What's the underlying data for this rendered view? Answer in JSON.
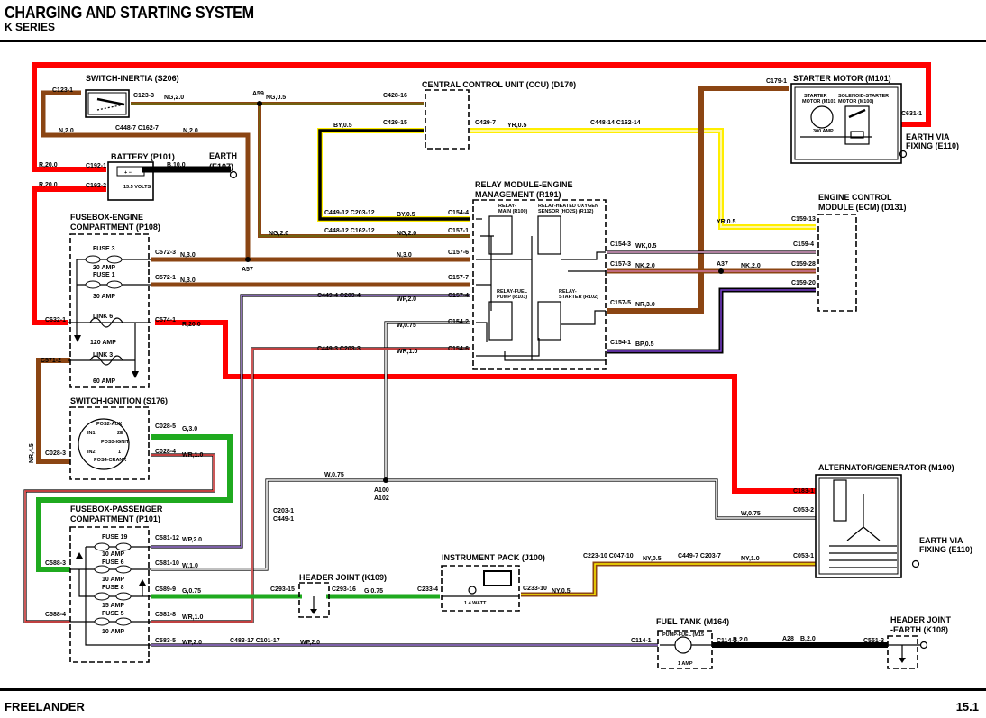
{
  "header": {
    "title": "CHARGING AND STARTING SYSTEM",
    "subtitle": "K SERIES"
  },
  "footer": {
    "model": "FREELANDER",
    "page": "15.1"
  },
  "components": {
    "inertia": "SWITCH-INERTIA (S206)",
    "ccu": "CENTRAL CONTROL UNIT (CCU) (D170)",
    "starter": "STARTER MOTOR (M101)",
    "starter_sub_1": "STARTER",
    "starter_sub_2": "MOTOR (M101",
    "starter_amp": "300 AMP",
    "solenoid_1": "SOLENOID-STARTER",
    "solenoid_2": "MOTOR (M100)",
    "earth_e110_top_1": "EARTH VIA",
    "earth_e110_top_2": "FIXING (E110)",
    "battery": "BATTERY (P101)",
    "battery_volts": "13.5 VOLTS",
    "earth_e107_1": "EARTH",
    "earth_e107_2": "(E107)",
    "relay_module_1": "RELAY MODULE-ENGINE",
    "relay_module_2": "MANAGEMENT (R191)",
    "relay_main_1": "RELAY-",
    "relay_main_2": "MAIN (R100)",
    "relay_ho2s_1": "RELAY-HEATED OXYGEN",
    "relay_ho2s_2": "SENSOR (HO2S) (R112)",
    "relay_fuel_1": "RELAY-FUEL",
    "relay_fuel_2": "PUMP (R103)",
    "relay_starter_1": "RELAY-",
    "relay_starter_2": "STARTER (R102)",
    "ecm_1": "ENGINE CONTROL",
    "ecm_2": "MODULE (ECM) (D131)",
    "fusebox_engine_1": "FUSEBOX-ENGINE",
    "fusebox_engine_2": "COMPARTMENT (P108)",
    "fuse3": "FUSE 3",
    "fuse3_amp": "20 AMP",
    "fuse1": "FUSE 1",
    "fuse1_amp": "30 AMP",
    "link6": "LINK 6",
    "link6_amp": "120 AMP",
    "link3": "LINK 3",
    "link3_amp": "60 AMP",
    "ignition": "SWITCH-IGNITION (S176)",
    "ign_pos2": "POS2-AUX",
    "ign_in1": "IN1",
    "ign_2e": "2E",
    "ign_pos3": "POS3-IGNIT.",
    "ign_in2": "IN2",
    "ign_1": "1",
    "ign_pos4": "POS4-CRANK",
    "fusebox_pass_1": "FUSEBOX-PASSENGER",
    "fusebox_pass_2": "COMPARTMENT (P101)",
    "fuse19": "FUSE 19",
    "fuse19_amp": "10 AMP",
    "fuse6": "FUSE 6",
    "fuse6_amp": "10 AMP",
    "fuse8": "FUSE 8",
    "fuse8_amp": "15 AMP",
    "fuse5": "FUSE 5",
    "fuse5_amp": "10 AMP",
    "header_k109": "HEADER JOINT (K109)",
    "instrument": "INSTRUMENT PACK (J100)",
    "instrument_watt": "1.4 WATT",
    "alternator": "ALTERNATOR/GENERATOR (M100)",
    "earth_e110_bot_1": "EARTH VIA",
    "earth_e110_bot_2": "FIXING (E110)",
    "fuel_tank": "FUEL TANK (M164)",
    "fuel_pump": "PUMP-FUEL (M15",
    "fuel_pump_amp": "1 AMP",
    "header_k108_1": "HEADER JOINT",
    "header_k108_2": "-EARTH (K108)"
  },
  "connectors": {
    "c123_1": "C123-1",
    "c123_3": "C123-3",
    "c428_16": "C428-16",
    "c429_15": "C429-15",
    "c429_7": "C429-7",
    "c448_14": "C448-14 C162-14",
    "c179_1": "C179-1",
    "c631_1": "C631-1",
    "c192_1": "C192-1",
    "c192_2": "C192-2",
    "c448_7": "C448-7 C162-7",
    "c449_12": "C449-12 C203-12",
    "c154_4": "C154-4",
    "c448_12": "C448-12 C162-12",
    "c157_1": "C157-1",
    "c572_3": "C572-3",
    "c157_6": "C157-6",
    "a57": "A57",
    "c572_1": "C572-1",
    "c157_7": "C157-7",
    "c449_4": "C449-4 C203-4",
    "c157_4": "C157-4",
    "c154_2": "C154-2",
    "c449_3": "C449-3 C203-3",
    "c154_6": "C154-6",
    "c632_1": "C632-1",
    "c574_1": "C574-1",
    "c571_2": "C571-2",
    "c154_3": "C154-3",
    "c159_4": "C159-4",
    "c157_3": "C157-3",
    "c159_28": "C159-28",
    "c159_13": "C159-13",
    "c157_5": "C157-5",
    "c159_20": "C159-20",
    "c154_1": "C154-1",
    "c028_5": "C028-5",
    "c028_3": "C028-3",
    "c028_4": "C028-4",
    "c203_1": "C203-1",
    "c449_1": "C449-1",
    "a100": "A100",
    "a102": "A102",
    "c183_1": "C183-1",
    "c053_2": "C053-2",
    "c588_3": "C588-3",
    "c581_12": "C581-12",
    "c581_10": "C581-10",
    "c589_9": "C589-9",
    "c581_8": "C581-8",
    "c588_4": "C588-4",
    "c583_5": "C583-5",
    "c483_17": "C483-17 C101-17",
    "c293_15": "C293-15",
    "c293_16": "C293-16",
    "c233_4": "C233-4",
    "c233_10": "C233-10",
    "c223_10": "C223-10 C047-10",
    "c449_7": "C449-7 C203-7",
    "c053_1": "C053-1",
    "c114_1": "C114-1",
    "c114_2": "C114-2",
    "a28": "A28",
    "c551_3": "C551-3",
    "a59": "A59",
    "a37": "A37"
  },
  "wires": {
    "ng20_a": "NG,2.0",
    "ng05": "NG,0.5",
    "n20_a": "N,2.0",
    "n20_b": "N,2.0",
    "r20_a": "R,20.0",
    "r20_b": "R,20.0",
    "b100": "B,10.0",
    "by05_a": "BY,0.5",
    "yr05_a": "YR,0.5",
    "by05_b": "BY,0.5",
    "ng20_b": "NG,2.0",
    "ng20_c": "NG,2.0",
    "n30_a": "N,3.0",
    "n30_b": "N,3.0",
    "n30_c": "N,3.0",
    "wp20_a": "WP,2.0",
    "w075_a": "W,0.75",
    "wr10_a": "WR,1.0",
    "r20_c": "R,20.0",
    "wk05": "WK,0.5",
    "nk20_a": "NK,2.0",
    "nk20_b": "NK,2.0",
    "yr05_b": "YR,0.5",
    "nr30": "NR,3.0",
    "bp05": "BP,0.5",
    "nr45": "NR,4.5",
    "g30": "G,3.0",
    "wr10_b": "WR,1.0",
    "w075_b": "W,0.75",
    "w075_c": "W,0.75",
    "wp20_b": "WP,2.0",
    "w10": "W,1.0",
    "g075_a": "G,0.75",
    "wr10_c": "WR,1.0",
    "wp20_c": "WP,2.0",
    "wp20_d": "WP,2.0",
    "g075_b": "G,0.75",
    "ny05_a": "NY,0.5",
    "ny05_b": "NY,0.5",
    "ny10": "NY,1.0",
    "b20_a": "B,2.0",
    "b20_b": "B,2.0"
  },
  "wire_colors": {
    "red": "#ff0000",
    "brown": "#8b4513",
    "green": "#1faa1f",
    "yellow": "#ffee00",
    "black": "#000000",
    "purple": "#7a3fd0",
    "pink": "#e080c0",
    "olive": "#6b6b10"
  }
}
